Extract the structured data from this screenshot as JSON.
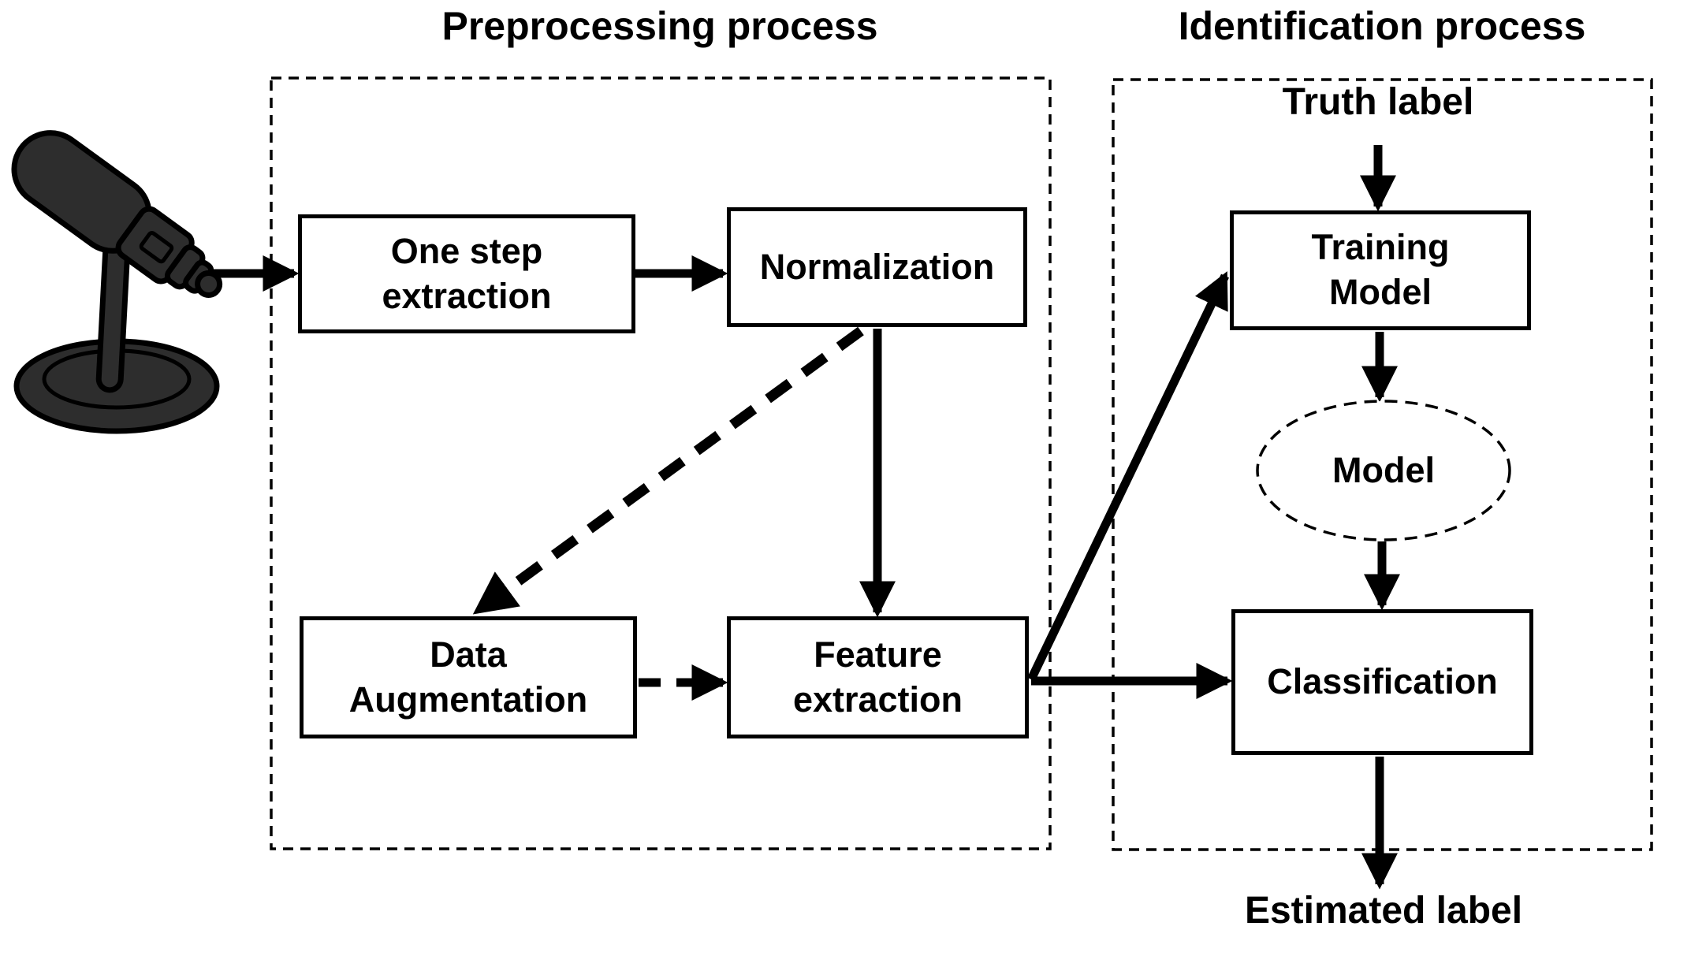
{
  "figure": {
    "background": "#ffffff",
    "ink_color": "#000000",
    "mic_color": "#2d2d2d",
    "sections": [
      {
        "id": "preprocessing",
        "title": "Preprocessing process"
      },
      {
        "id": "identification",
        "title": "Identification process"
      }
    ],
    "nodes": [
      {
        "id": "one-step-extraction",
        "label": "One step\nextraction",
        "shape": "rectangle",
        "section": "preprocessing"
      },
      {
        "id": "normalization",
        "label": "Normalization",
        "shape": "rectangle",
        "section": "preprocessing"
      },
      {
        "id": "data-augmentation",
        "label": "Data\nAugmentation",
        "shape": "rectangle",
        "section": "preprocessing"
      },
      {
        "id": "feature-extraction",
        "label": "Feature\nextraction",
        "shape": "rectangle",
        "section": "preprocessing"
      },
      {
        "id": "training-model",
        "label": "Training\nModel",
        "shape": "rectangle",
        "section": "identification"
      },
      {
        "id": "model",
        "label": "Model",
        "shape": "dashed-ellipse",
        "section": "identification"
      },
      {
        "id": "classification",
        "label": "Classification",
        "shape": "rectangle",
        "section": "identification"
      }
    ],
    "external_labels": [
      {
        "id": "truth-label",
        "text": "Truth label"
      },
      {
        "id": "estimated-label",
        "text": "Estimated label"
      }
    ],
    "icon": {
      "id": "microphone",
      "description": "desk microphone"
    },
    "edges": [
      {
        "from": "microphone",
        "to": "one-step-extraction",
        "style": "solid"
      },
      {
        "from": "one-step-extraction",
        "to": "normalization",
        "style": "solid"
      },
      {
        "from": "normalization",
        "to": "feature-extraction",
        "style": "solid"
      },
      {
        "from": "normalization",
        "to": "data-augmentation",
        "style": "dashed"
      },
      {
        "from": "data-augmentation",
        "to": "feature-extraction",
        "style": "dashed"
      },
      {
        "from": "feature-extraction",
        "to": "training-model",
        "style": "solid"
      },
      {
        "from": "feature-extraction",
        "to": "classification",
        "style": "solid"
      },
      {
        "from": "truth-label",
        "to": "training-model",
        "style": "solid"
      },
      {
        "from": "training-model",
        "to": "model",
        "style": "solid"
      },
      {
        "from": "model",
        "to": "classification",
        "style": "solid"
      },
      {
        "from": "classification",
        "to": "estimated-label",
        "style": "solid"
      }
    ]
  }
}
